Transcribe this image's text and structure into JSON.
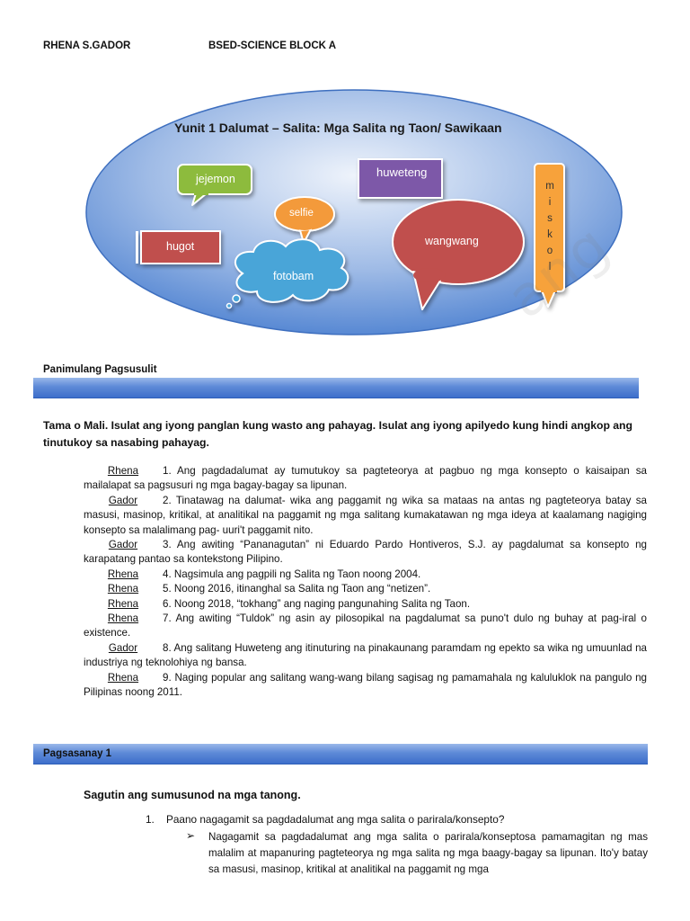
{
  "header": {
    "name": "RHENA S.GADOR",
    "course": "BSED-SCIENCE BLOCK A"
  },
  "diagram": {
    "title": "Yunit 1 Dalumat – Salita: Mga Salita ng Taon/ Sawikaan",
    "words": {
      "jejemon": "jejemon",
      "huweteng": "huweteng",
      "selfie": "selfie",
      "hugot": "hugot",
      "wangwang": "wangwang",
      "fotobam": "fotobam",
      "miskol": [
        "m",
        "i",
        "s",
        "k",
        "o",
        "l"
      ]
    },
    "colors": {
      "ellipse": "#4a7fd0",
      "green": "#8dbb3e",
      "purple": "#7d58a8",
      "orange": "#f39a3b",
      "red": "#c0504d",
      "blue_cloud": "#4aa5d8",
      "miskol": "#f7a23a"
    }
  },
  "watermark": "ang",
  "section1": {
    "title": "Panimulang Pagsusulit",
    "instructions": "Tama o Mali. Isulat ang iyong panglan kung wasto ang pahayag. Isulat ang iyong apilyedo kung hindi angkop ang tinutukoy sa nasabing pahayag.",
    "items": [
      {
        "answer": "Rhena",
        "text": "1. Ang pagdadalumat ay tumutukoy sa pagteteorya at pagbuo ng mga konsepto o kaisaipan sa mailalapat sa pagsusuri ng mga bagay-bagay sa lipunan."
      },
      {
        "answer": "Gador",
        "text": "2. Tinatawag na dalumat- wika ang paggamit ng wika sa mataas na antas ng pagteteorya batay sa masusi, masinop, kritikal, at analitikal na paggamit ng mga salitang kumakatawan ng mga ideya at kaalamang nagiging konsepto sa malalimang pag- uuri't paggamit nito."
      },
      {
        "answer": "Gador",
        "text": "3. Ang awiting “Pananagutan” ni Eduardo Pardo Hontiveros, S.J. ay pagdalumat sa konsepto ng karapatang pantao sa kontekstong Pilipino."
      },
      {
        "answer": "Rhena",
        "text": "4. Nagsimula ang pagpili ng Salita ng Taon noong 2004."
      },
      {
        "answer": "Rhena",
        "text": "5. Noong 2016, itinanghal sa Salita ng Taon ang “netizen”."
      },
      {
        "answer": "Rhena",
        "text": "6. Noong 2018, “tokhang” ang naging pangunahing Salita ng Taon."
      },
      {
        "answer": "Rhena",
        "text": "7. Ang awiting “Tuldok” ng asin ay pilosopikal na pagdalumat sa puno't dulo ng buhay at pag-iral o existence."
      },
      {
        "answer": "Gador",
        "text": "8. Ang salitang Huweteng ang itinuturing na pinakaunang paramdam ng epekto sa wika ng umuunlad na industriya ng teknolohiya ng bansa."
      },
      {
        "answer": "Rhena",
        "text": "9. Naging popular ang salitang wang-wang bilang sagisag ng pamamahala ng kaluluklok na pangulo ng Pilipinas noong 2011."
      }
    ]
  },
  "section2": {
    "title": "Pagsasanay 1",
    "subtitle": "Sagutin ang sumusunod na mga tanong.",
    "question1": "1.    Paano nagagamit sa pagdadalumat ang mga salita o parirala/konsepto?",
    "answer1_bullet": "➢",
    "answer1": "Nagagamit sa pagdadalumat ang mga salita o parirala/konseptosa pamamagitan ng mas malalim at mapanuring pagteteorya ng mga salita ng mga baagy-bagay sa lipunan. Ito'y batay sa masusi, masinop, kritikal at analitikal na paggamit ng mga"
  }
}
